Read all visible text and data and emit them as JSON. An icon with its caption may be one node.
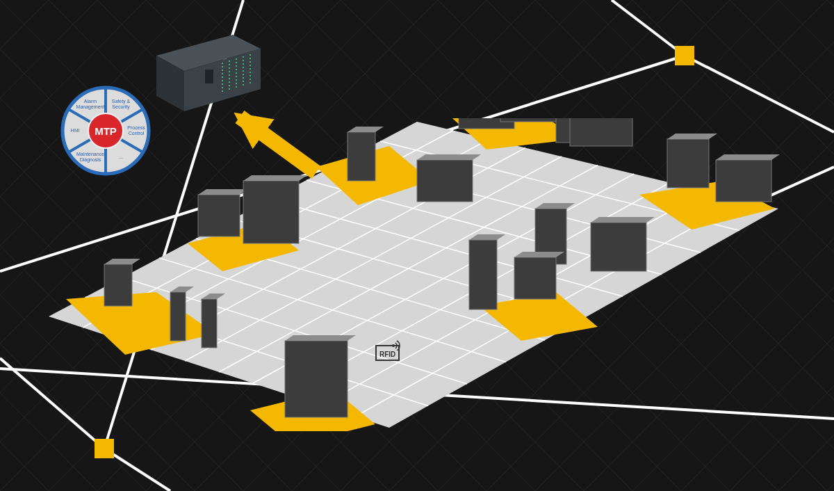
{
  "diagram": {
    "nodes": [
      {
        "text": [],
        "shape": "picture"
      },
      {
        "text": [
          "MTP"
        ]
      },
      {
        "text": [
          "Alarm Management"
        ]
      },
      {
        "text": [
          "Safety & Security"
        ]
      },
      {
        "text": [
          "HMI"
        ]
      },
      {
        "text": [
          "Process Control"
        ]
      },
      {
        "text": [
          "Maintenance Diagnosis"
        ]
      },
      {
        "text": [
          "..."
        ]
      },
      {
        "text": [],
        "shape": "picture"
      }
    ],
    "edges": [
      {
        "from": 8,
        "to": 0,
        "arrow": "to"
      }
    ],
    "labels": [
      "RFID"
    ]
  }
}
